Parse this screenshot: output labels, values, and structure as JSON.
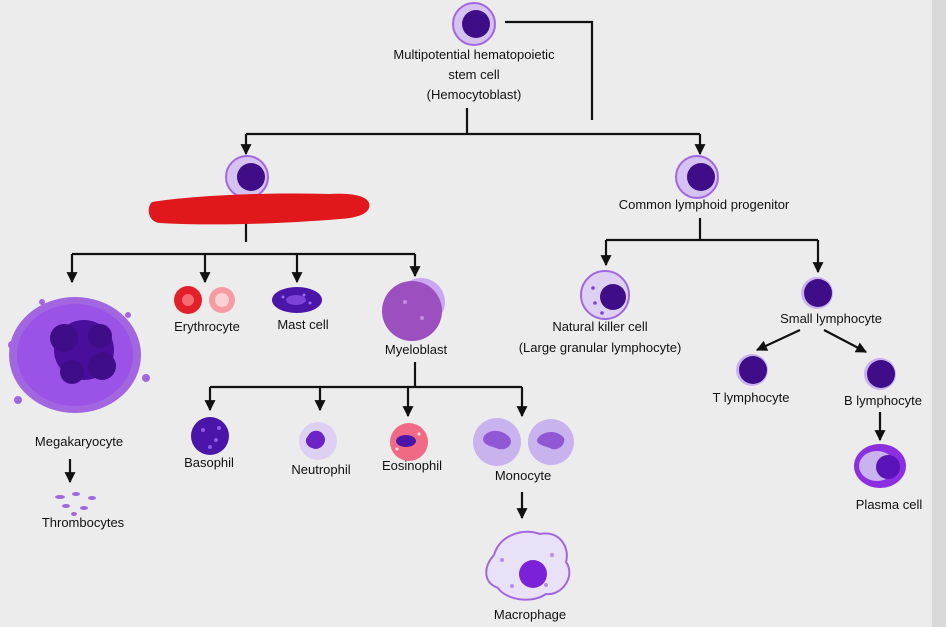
{
  "labels": {
    "stem_cell_line1": "Multipotential hematopoietic",
    "stem_cell_line2": "stem cell",
    "stem_cell_line3": "(Hemocytoblast)",
    "lymphoid_progenitor": "Common lymphoid progenitor",
    "megakaryocyte": "Megakaryocyte",
    "thrombocytes": "Thrombocytes",
    "erythrocyte": "Erythrocyte",
    "mast_cell": "Mast cell",
    "myeloblast": "Myeloblast",
    "basophil": "Basophil",
    "neutrophil": "Neutrophil",
    "eosinophil": "Eosinophil",
    "monocyte": "Monocyte",
    "macrophage": "Macrophage",
    "nk_cell_line1": "Natural killer cell",
    "nk_cell_line2": "(Large granular lymphocyte)",
    "small_lymphocyte": "Small lymphocyte",
    "t_lymphocyte": "T lymphocyte",
    "b_lymphocyte": "B lymphocyte",
    "plasma_cell": "Plasma cell"
  },
  "colors": {
    "background": "#ececec",
    "nucleus": "#3f0d87",
    "cytoplasm": "#d5c2f0",
    "cell_rim": "#a266e0",
    "redaction": "#e0171b",
    "erythrocyte": "#e1202a"
  }
}
